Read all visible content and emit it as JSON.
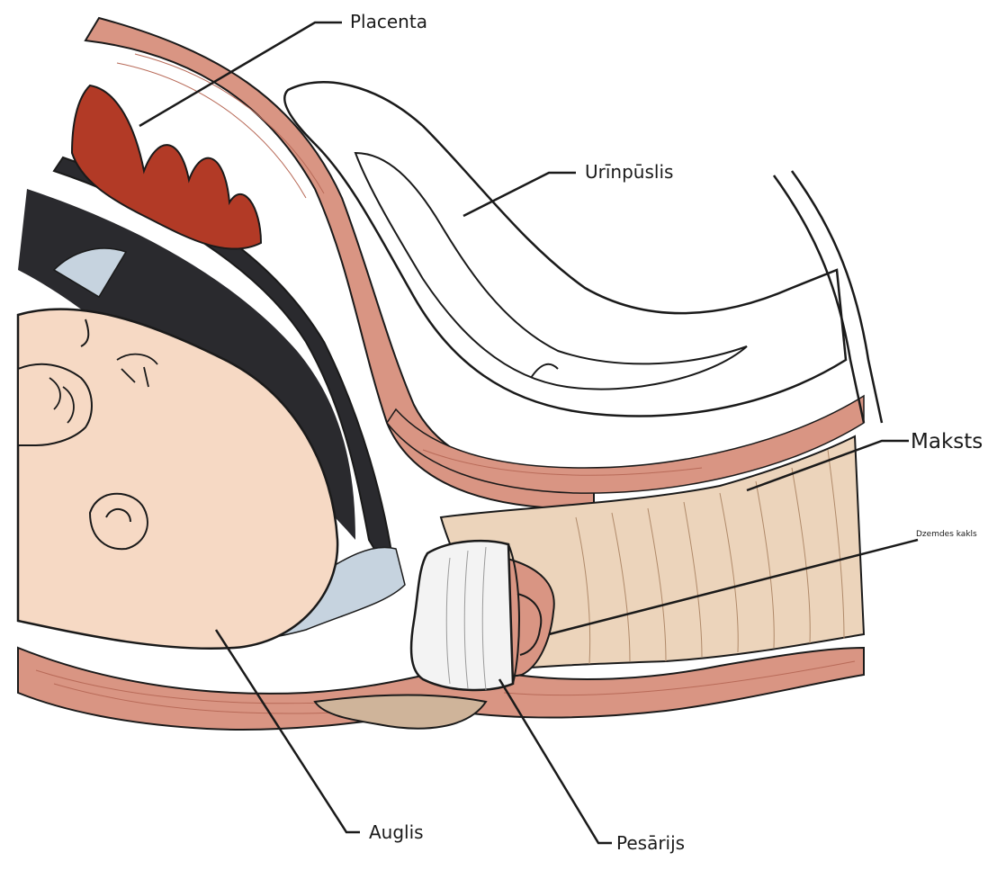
{
  "labels": {
    "placenta": "Placenta",
    "bladder": "Urīnpūslis",
    "vagina": "Maksts",
    "cervix": "Dzemdes kakls",
    "fetus": "Auglis",
    "pessary": "Pesārijs"
  },
  "colors": {
    "muscle": "#d99583",
    "muscle_fiber": "#b86a58",
    "placenta": "#b23a26",
    "skin": "#f6d9c4",
    "amniotic": "#c6d3df",
    "dark_cavity": "#2a2a2e",
    "vagina_wall": "#ecd4bb",
    "pessary": "#f3f3f3",
    "outline": "#1a1a1a"
  }
}
